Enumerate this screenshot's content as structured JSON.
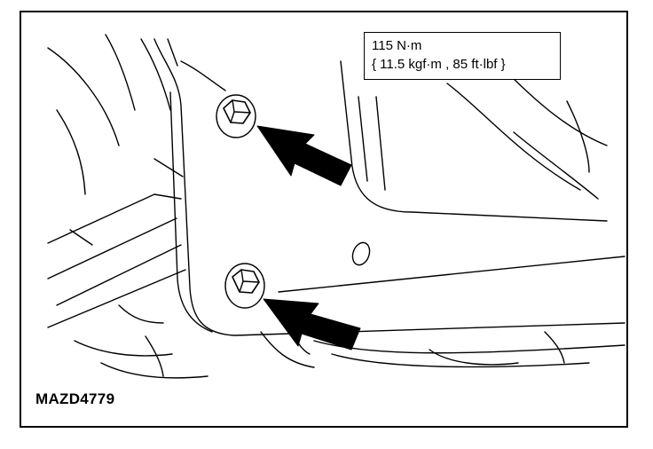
{
  "torque_spec": {
    "line1": "115 N·m",
    "line2": "{ 11.5 kgf·m , 85 ft·lbf }"
  },
  "figure_id": "MAZD4779",
  "colors": {
    "ink": "#000000",
    "paper": "#ffffff"
  }
}
